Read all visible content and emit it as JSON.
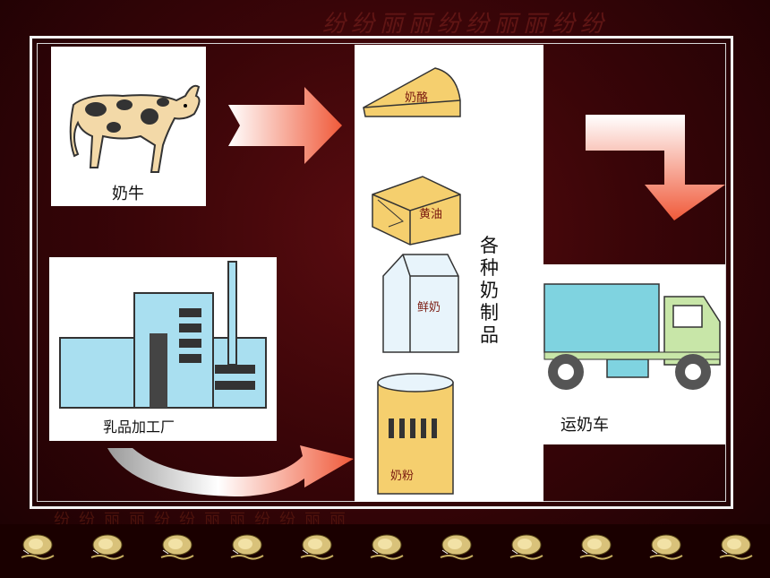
{
  "cow": {
    "label": "奶牛"
  },
  "factory": {
    "label": "乳品加工厂"
  },
  "products": {
    "heading": "各种奶制品",
    "cheese": "奶酪",
    "butter": "黄油",
    "milk": "鲜奶",
    "powder": "奶粉"
  },
  "truck": {
    "label": "运奶车"
  },
  "colors": {
    "background": "#3a0508",
    "arrow": "#f06040",
    "truck_tank": "#7fd3e0",
    "truck_cab": "#c8e6a8",
    "factory": "#a9dff0"
  }
}
